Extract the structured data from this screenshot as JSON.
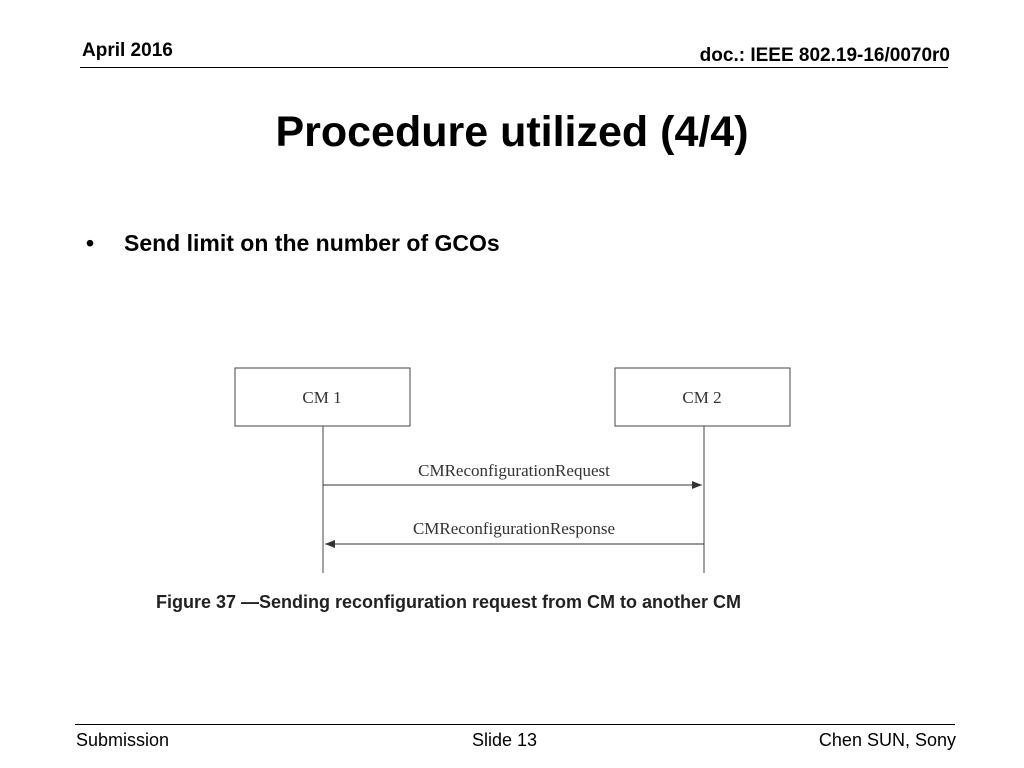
{
  "header": {
    "date": "April 2016",
    "doc": "doc.: IEEE 802.19-16/0070r0"
  },
  "slide": {
    "title": "Procedure utilized (4/4)",
    "bullets": [
      "Send limit on the number of GCOs"
    ]
  },
  "diagram": {
    "entities": [
      "CM 1",
      "CM 2"
    ],
    "messages": [
      "CMReconfigurationRequest",
      "CMReconfigurationResponse"
    ],
    "caption": "Figure 37 —Sending reconfiguration request from CM to another CM"
  },
  "footer": {
    "left": "Submission",
    "center": "Slide 13",
    "right": "Chen SUN, Sony"
  }
}
